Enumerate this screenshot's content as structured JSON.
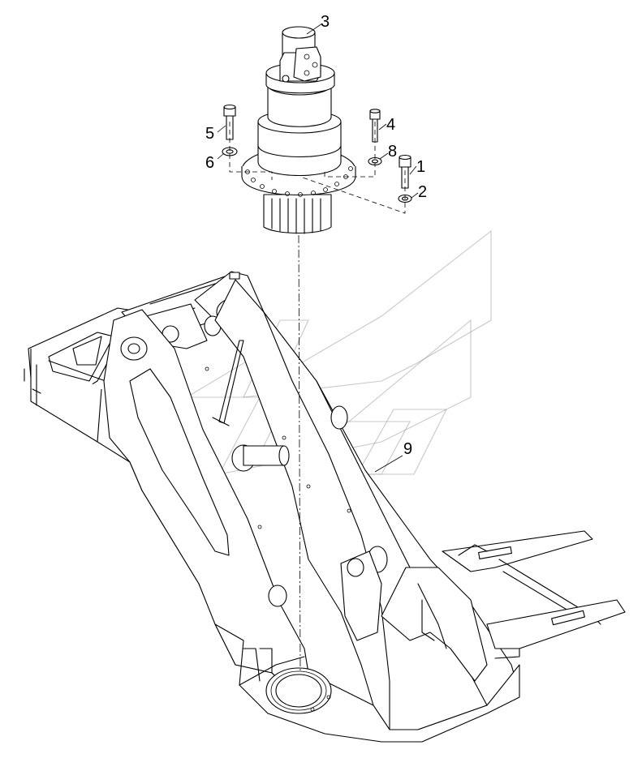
{
  "diagram": {
    "callouts": [
      {
        "id": "c1",
        "label": "1"
      },
      {
        "id": "c2",
        "label": "2"
      },
      {
        "id": "c3",
        "label": "3"
      },
      {
        "id": "c4",
        "label": "4"
      },
      {
        "id": "c5",
        "label": "5"
      },
      {
        "id": "c6",
        "label": "6"
      },
      {
        "id": "c8",
        "label": "8"
      },
      {
        "id": "c9",
        "label": "9"
      }
    ],
    "colors": {
      "line": "#000000",
      "background": "#ffffff",
      "watermark": "#9a9a9a"
    }
  }
}
